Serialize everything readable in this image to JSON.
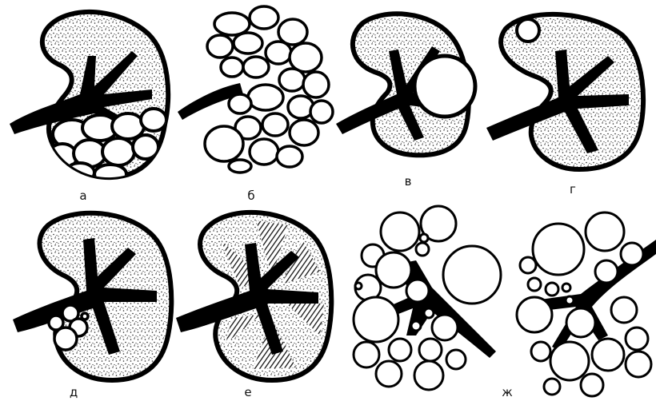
{
  "figure": {
    "panels": [
      {
        "label": "а",
        "variant": "multicystic-lower-pole"
      },
      {
        "label": "б",
        "variant": "polycystic"
      },
      {
        "label": "в",
        "variant": "solitary-cyst-large"
      },
      {
        "label": "г",
        "variant": "solitary-cyst-small-upper"
      },
      {
        "label": "д",
        "variant": "peripelvic-cysts"
      },
      {
        "label": "е",
        "variant": "sponge-kidney"
      },
      {
        "label": "ж",
        "variant": "multicystic-a"
      },
      {
        "label": "",
        "variant": "multicystic-b"
      }
    ]
  }
}
